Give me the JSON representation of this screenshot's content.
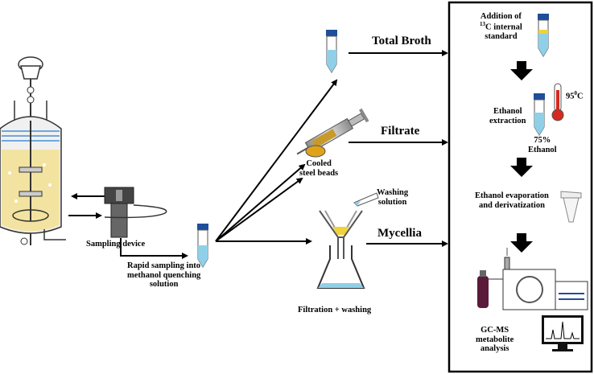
{
  "labels": {
    "sampling_device": "Sampling device",
    "rapid_sampling": [
      "Rapid sampling into",
      "methanol quenching",
      "solution"
    ],
    "total_broth": "Total Broth",
    "filtrate": "Filtrate",
    "mycellia": "Mycellia",
    "cooled_beads": [
      "Cooled",
      "steel beads"
    ],
    "washing_solution": [
      "Washing",
      "solution"
    ],
    "filtration": "Filtration + washing",
    "addition_pre": "Addition of",
    "addition_sup": "13",
    "addition_rest": "C internal",
    "addition_last": "standard",
    "temp_value": "95",
    "temp_unit": "C",
    "temp_deg": "0",
    "ethanol_extraction": [
      "Ethanol",
      "extraction"
    ],
    "ethanol_pct": [
      "75%",
      "Ethanol"
    ],
    "evaporation": [
      "Ethanol evaporation",
      "and derivatization"
    ],
    "gcms": [
      "GC-MS",
      "metabolite",
      "analysis"
    ]
  },
  "colors": {
    "liquid_blue": "#8fd0e8",
    "cap_blue": "#1f4e9a",
    "broth_yellow": "#f3e3a0",
    "thermometer_red": "#d42a1f"
  }
}
